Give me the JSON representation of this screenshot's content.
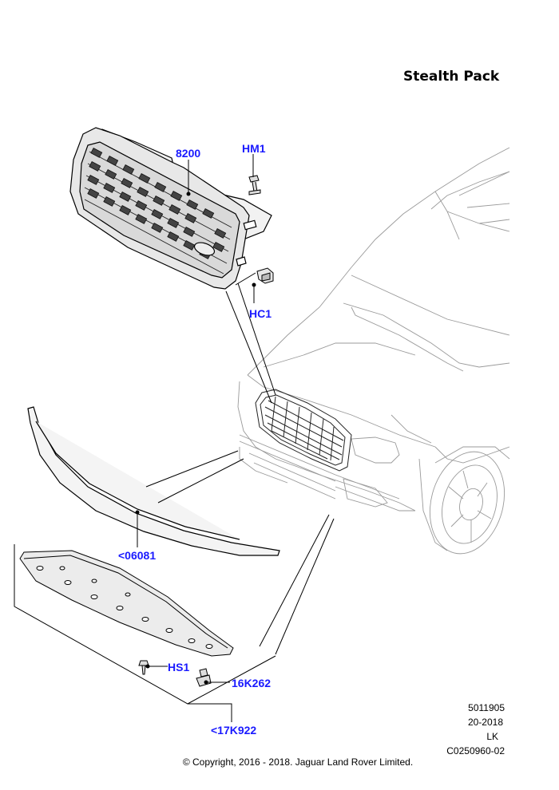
{
  "title": "Stealth Pack",
  "callouts": {
    "grille": "8200",
    "grille_fixing_top": "HM1",
    "grille_clip": "HC1",
    "finisher_strip": "<06081",
    "splash_shield_screw": "HS1",
    "splash_shield_clip": "16K262",
    "splash_shield_assembly": "<17K922"
  },
  "reference": {
    "line1": "5011905",
    "line2": "20-2018",
    "line3": "LK",
    "line4": "C0250960-02"
  },
  "copyright": "© Copyright, 2016 - 2018. Jaguar Land Rover Limited.",
  "colors": {
    "callout": "#1a1aff",
    "line": "#000000",
    "vehicle": "#9a9a9a"
  }
}
